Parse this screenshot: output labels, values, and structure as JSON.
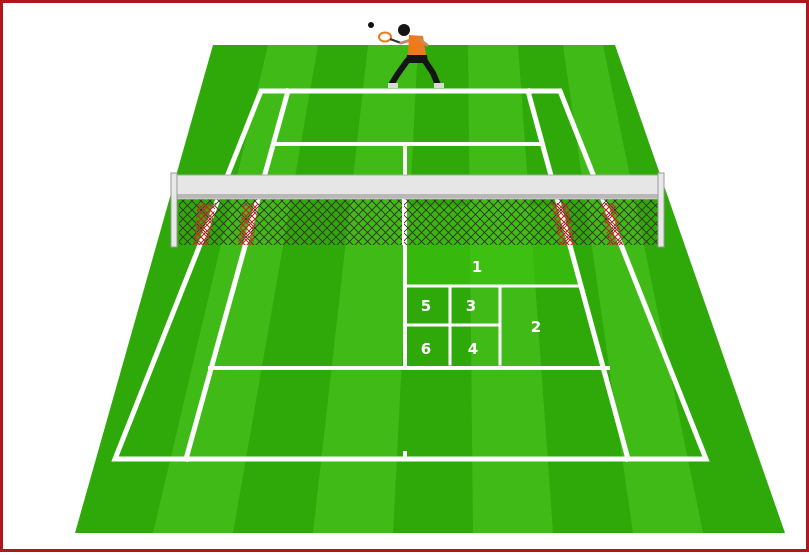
{
  "diagram": {
    "zone_labels": {
      "zone_1": "1",
      "zone_2": "2",
      "zone_3": "3",
      "zone_4": "4",
      "zone_5": "5",
      "zone_6": "6"
    },
    "colors": {
      "frame_border": "#b0171b",
      "grass_dark": "#2fa90a",
      "grass_light": "#45c01c",
      "lines": "#ffffff",
      "net_mesh": "#3a2a24",
      "net_band": "#e6e6e6",
      "net_stripe": "#d0202a",
      "player_shirt": "#ee7a1c",
      "player_dark": "#151515",
      "player_skin": "#c98a5a"
    },
    "icons": {
      "player": "tennis-player-icon",
      "ball": "tennis-ball-icon"
    }
  }
}
